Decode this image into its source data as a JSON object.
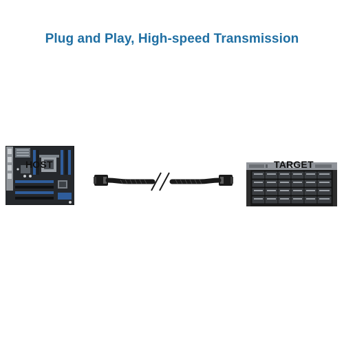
{
  "heading": {
    "title": "Plug and Play, High-speed Transmission"
  },
  "devices": {
    "host_label": "HOST",
    "target_label": "TARGET"
  },
  "colors": {
    "title": "#1f6fa3",
    "motherboard_slots": "#2f5d9b",
    "cable": "#1a1a1a",
    "server_body": "#1b1b1b"
  },
  "icons": {
    "host": "motherboard-icon",
    "cable": "sas-cable-icon",
    "target": "server-storage-icon"
  }
}
